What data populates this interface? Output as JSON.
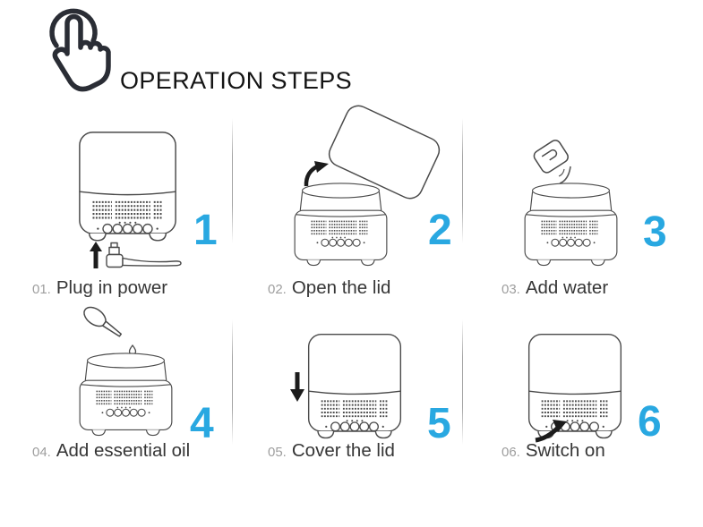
{
  "colors": {
    "accent_blue": "#29a8e1",
    "outline_gray": "#4a4a4a",
    "caption_text": "#363636",
    "caption_index_gray": "#9e9e9e",
    "title_text": "#141414"
  },
  "header": {
    "title": "OPERATION STEPS",
    "icon": "tap-hand-icon"
  },
  "steps": [
    {
      "number": "1",
      "prefix": "01.",
      "label": "Plug in power",
      "illustration": "diffuser-closed-with-power-plug"
    },
    {
      "number": "2",
      "prefix": "02.",
      "label": "Open the lid",
      "illustration": "diffuser-open-lid-lifted"
    },
    {
      "number": "3",
      "prefix": "03.",
      "label": "Add water",
      "illustration": "cup-pouring-water-into-tank"
    },
    {
      "number": "4",
      "prefix": "04.",
      "label": "Add essential oil",
      "illustration": "dropper-adding-oil-into-tank"
    },
    {
      "number": "5",
      "prefix": "05.",
      "label": "Cover the lid",
      "illustration": "lid-lowering-onto-diffuser"
    },
    {
      "number": "6",
      "prefix": "06.",
      "label": "Switch on",
      "illustration": "arrow-pressing-power-button"
    }
  ]
}
